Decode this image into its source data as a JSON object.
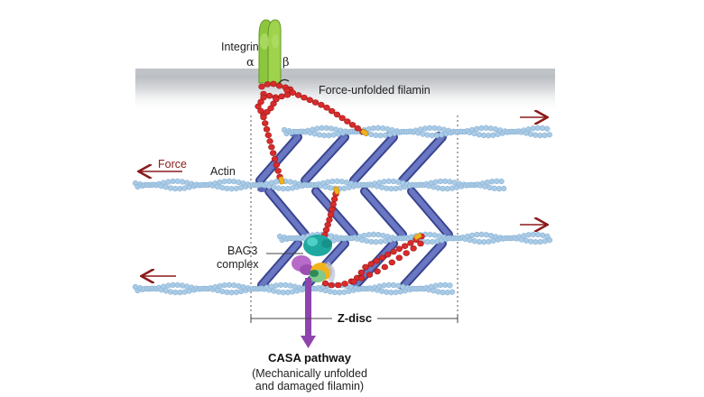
{
  "labels": {
    "integrin": "Integrin",
    "alpha": "α",
    "beta": "β",
    "filamin": "Force-unfolded filamin",
    "force": "Force",
    "actin": "Actin",
    "bag3_line1": "BAG3",
    "bag3_line2": "complex",
    "zdisc": "Z-disc",
    "casa_title": "CASA pathway",
    "casa_line1": "(Mechanically unfolded",
    "casa_line2": "and damaged filamin)"
  },
  "colors": {
    "membrane": "#c9cbce",
    "actin": "#a9cbe6",
    "actin_edge": "#7fa9cf",
    "myosin": "#5b68b3",
    "filamin": "#d92b2b",
    "filamin_tip": "#f2b21b",
    "integrin": "#8cc63f",
    "arrow_red": "#8b1a1a",
    "casa_arrow": "#8e44ad",
    "chaperone_teal": "#20b2aa",
    "chaperone_purple": "#b76ac8"
  }
}
